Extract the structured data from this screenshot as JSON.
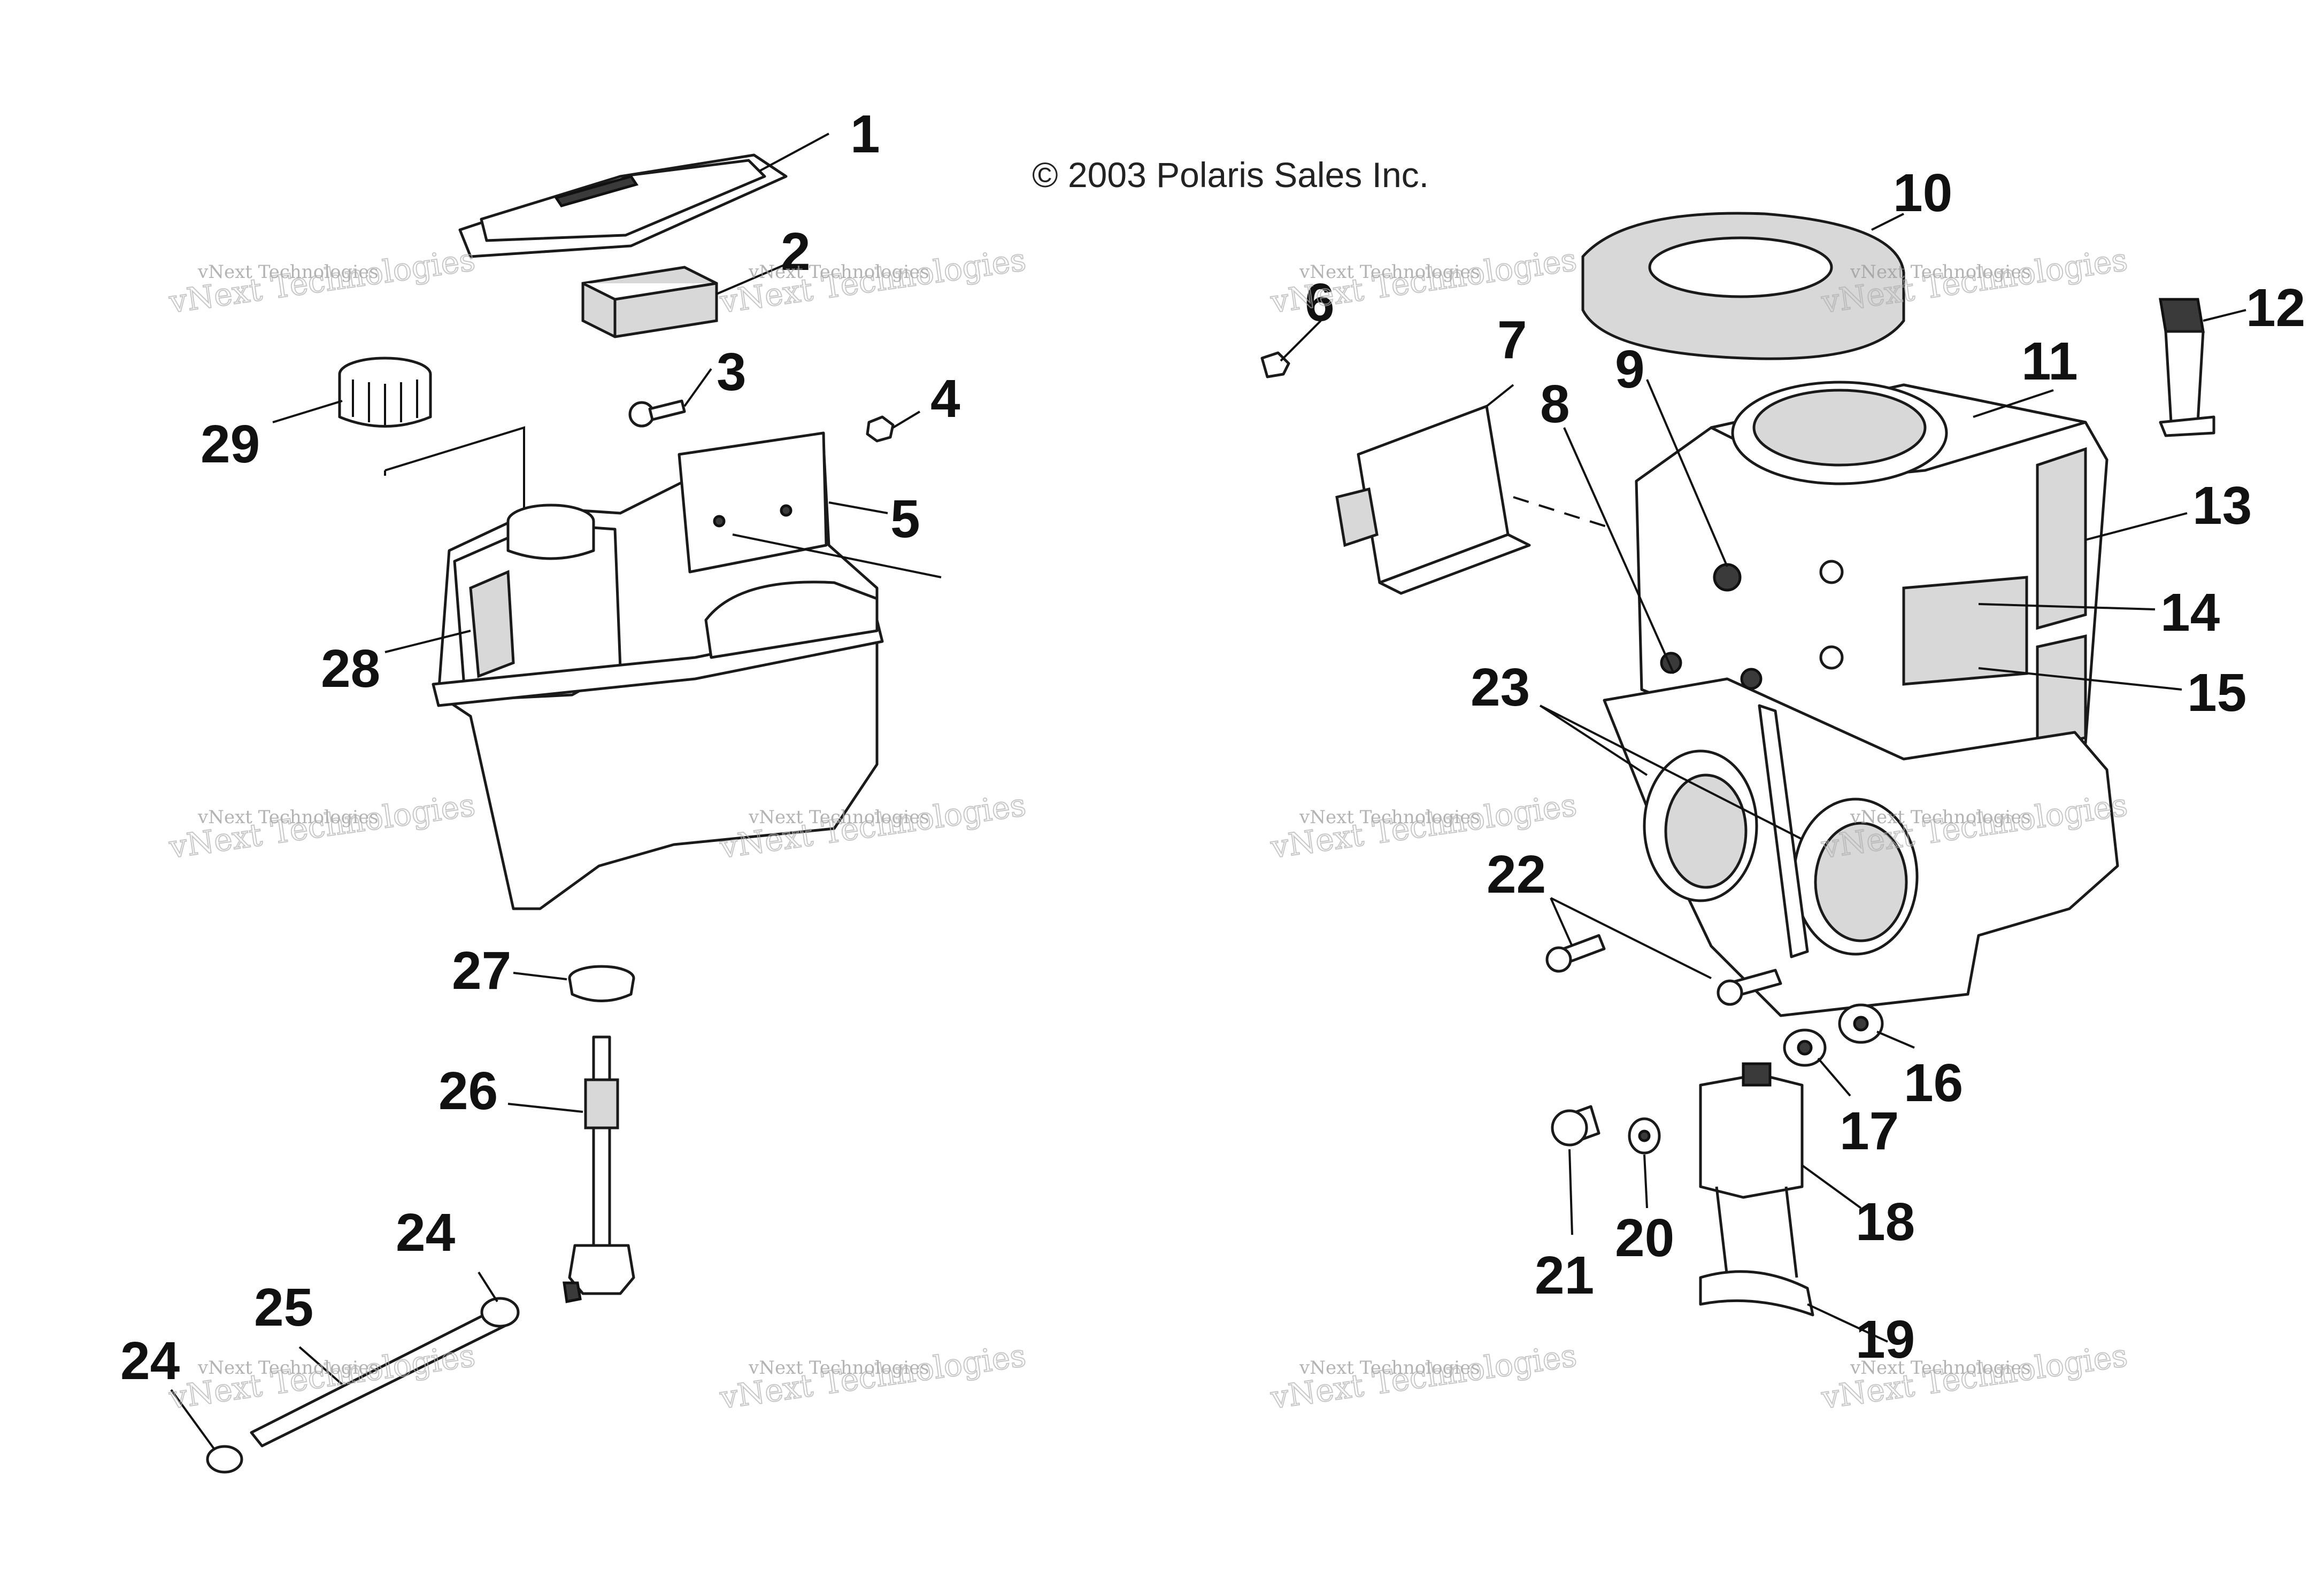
{
  "copyright": "© 2003 Polaris Sales Inc.",
  "watermark": {
    "line1": "vNext Technologies",
    "line2": "vNext Technologies"
  },
  "callouts": [
    "1",
    "2",
    "3",
    "4",
    "5",
    "6",
    "7",
    "8",
    "9",
    "10",
    "11",
    "12",
    "13",
    "14",
    "15",
    "16",
    "17",
    "18",
    "19",
    "20",
    "21",
    "22",
    "23",
    "24",
    "24",
    "25",
    "26",
    "27",
    "28",
    "29"
  ],
  "colors": {
    "ink": "#111111",
    "watermark": "#9a9a9a"
  }
}
